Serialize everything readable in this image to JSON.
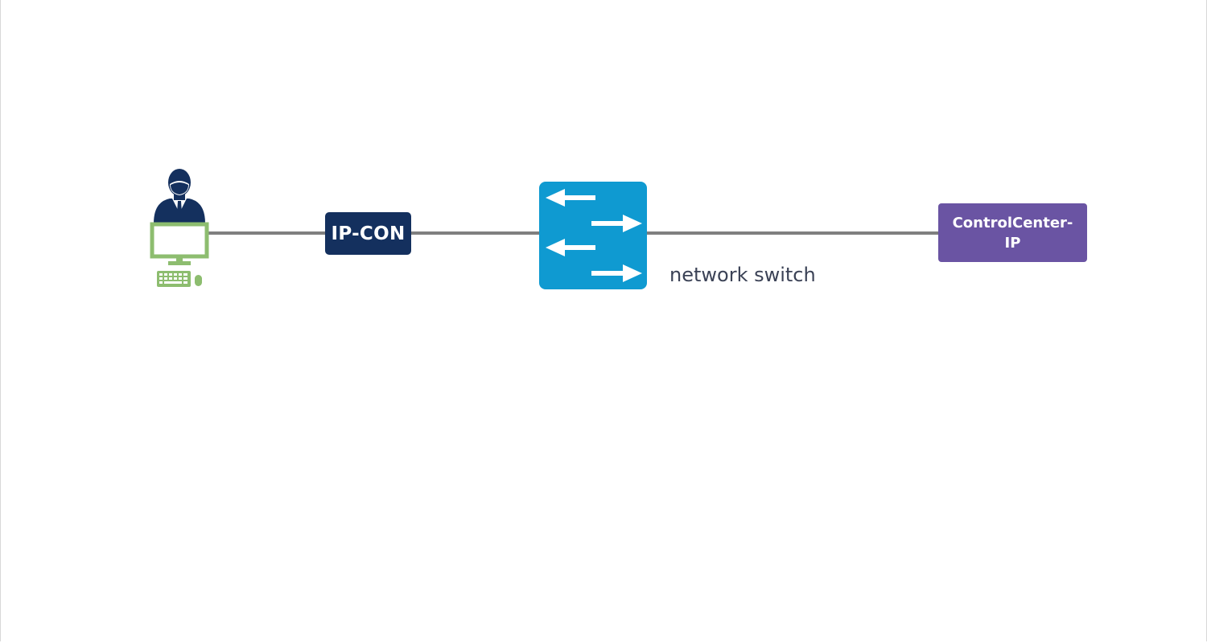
{
  "nodes": {
    "ip_con": {
      "label": "IP-CON",
      "color": "#14305e"
    },
    "network_switch": {
      "label": "network switch",
      "color": "#0f9ad1"
    },
    "control_center": {
      "label_line1": "ControlCenter-",
      "label_line2": "IP",
      "color": "#6a54a3"
    }
  },
  "icons": {
    "user": "user-icon",
    "monitor": "monitor-icon",
    "keyboard": "keyboard-icon",
    "mouse": "mouse-icon",
    "switch_arrows": "arrows-icon"
  },
  "colors": {
    "user_dark": "#14305e",
    "workstation_green": "#8dbd6f",
    "link_gray": "#7f7f7f"
  },
  "edges": [
    {
      "from": "user-workstation",
      "to": "ip-con"
    },
    {
      "from": "ip-con",
      "to": "network-switch"
    },
    {
      "from": "network-switch",
      "to": "control-center"
    }
  ]
}
